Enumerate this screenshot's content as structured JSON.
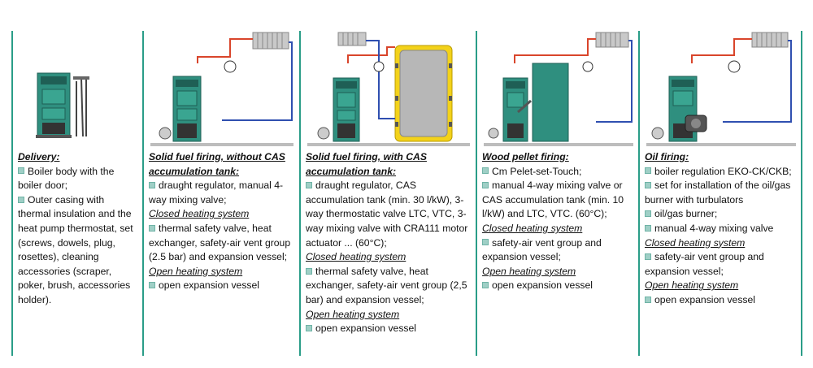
{
  "columns": [
    {
      "heading": "Delivery:",
      "items": [
        {
          "kind": "bullet",
          "text": "Boiler body with the boiler door;"
        },
        {
          "kind": "bullet",
          "text": "Outer casing with thermal insulation and the heat pump thermostat, set (screws, dowels, plug, rosettes), cleaning accessories (scraper, poker, brush, accessories holder)."
        }
      ]
    },
    {
      "heading": "Solid fuel firing, without  CAS accumulation tank:",
      "items": [
        {
          "kind": "bullet",
          "text": "draught regulator, manual 4-way mixing valve;"
        },
        {
          "kind": "sub",
          "text": "Closed heating system"
        },
        {
          "kind": "bullet",
          "text": "thermal safety valve, heat exchanger, safety-air vent group (2.5 bar) and expansion vessel;"
        },
        {
          "kind": "sub",
          "text": "Open heating system"
        },
        {
          "kind": "bullet",
          "text": "open expansion vessel"
        }
      ]
    },
    {
      "heading": "Solid fuel firing, with CAS accumulation tank:",
      "items": [
        {
          "kind": "bullet",
          "text": "draught regulator, CAS accumulation tank (min. 30 l/kW), 3-way thermostatic valve LTC, VTC, 3-way mixing valve with CRA111 motor actuator ... (60°C);"
        },
        {
          "kind": "sub",
          "text": "Closed heating system"
        },
        {
          "kind": "bullet",
          "text": "thermal safety valve, heat exchanger, safety-air vent group (2,5 bar) and expansion vessel;"
        },
        {
          "kind": "sub",
          "text": "Open heating system"
        },
        {
          "kind": "bullet",
          "text": "open expansion vessel"
        }
      ]
    },
    {
      "heading": "Wood pellet firing:",
      "items": [
        {
          "kind": "bullet",
          "text": "Cm Pelet-set-Touch;"
        },
        {
          "kind": "bullet",
          "text": "manual 4-way mixing valve or CAS accumulation tank (min. 10 l/kW) and LTC, VTC. (60°C);"
        },
        {
          "kind": "sub",
          "text": "Closed heating system"
        },
        {
          "kind": "bullet",
          "text": "safety-air vent group and expansion vessel;"
        },
        {
          "kind": "sub",
          "text": "Open heating system"
        },
        {
          "kind": "bullet",
          "text": "open expansion vessel"
        }
      ]
    },
    {
      "heading": "Oil firing:",
      "items": [
        {
          "kind": "bullet",
          "text": "boiler regulation EKO-CK/CKB;"
        },
        {
          "kind": "bullet",
          "text": "set for installation of the oil/gas burner with turbulators"
        },
        {
          "kind": "bullet",
          "text": "oil/gas burner;"
        },
        {
          "kind": "bullet",
          "text": "manual 4-way mixing valve"
        },
        {
          "kind": "sub",
          "text": "Closed heating system"
        },
        {
          "kind": "bullet",
          "text": "safety-air vent group and expansion vessel;"
        },
        {
          "kind": "sub",
          "text": "Open heating system"
        },
        {
          "kind": "bullet",
          "text": "open expansion vessel"
        }
      ]
    }
  ],
  "colors": {
    "divider": "#2a9d88",
    "boiler": "#2f8f7f",
    "boiler_dark": "#1f5f55",
    "hot_pipe": "#d9452b",
    "cold_pipe": "#2f4fb0",
    "tank_yellow": "#f3d21a",
    "tank_grey": "#b7b7b7",
    "radiator": "#9a9a9a",
    "bullet": "#9fcfc6"
  }
}
